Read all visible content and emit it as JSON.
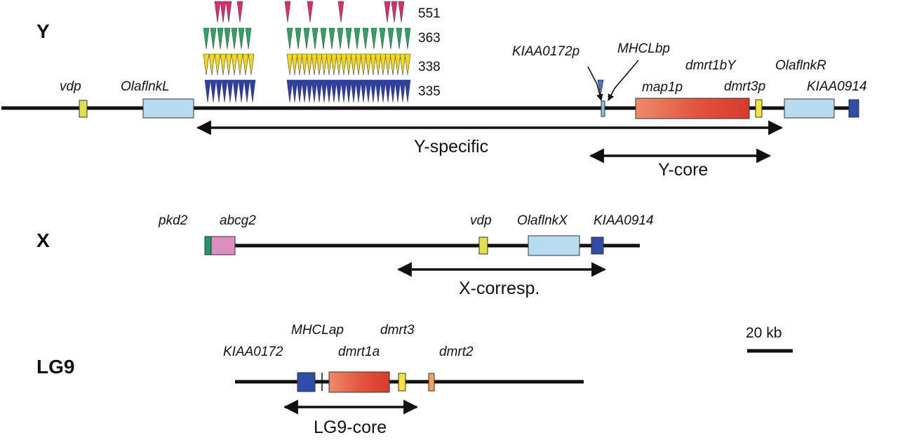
{
  "chromosomes": {
    "y": "Y",
    "x": "X",
    "lg9": "LG9"
  },
  "y_genes": {
    "vdp": "vdp",
    "olaflnkl": "OlaflnkL",
    "kiaa0172p": "KIAA0172p",
    "mhclbp": "MHCLbp",
    "dmrt1by": "dmrt1bY",
    "map1p": "map1p",
    "dmrt3p": "dmrt3p",
    "olaflnkr": "OlaflnkR",
    "kiaa0914": "KIAA0914"
  },
  "x_genes": {
    "pkd2": "pkd2",
    "abcg2": "abcg2",
    "vdp": "vdp",
    "olaflnkx": "OlaflnkX",
    "kiaa0914": "KIAA0914"
  },
  "lg9_genes": {
    "mhclap": "MHCLap",
    "dmrt3": "dmrt3",
    "kiaa0172": "KIAA0172",
    "dmrt1a": "dmrt1a",
    "dmrt2": "dmrt2"
  },
  "regions": {
    "y_specific": "Y-specific",
    "y_core": "Y-core",
    "x_corresp": "X-corresp.",
    "lg9_core": "LG9-core"
  },
  "repeat_tracks": [
    {
      "count": "551",
      "color": "#e0296f"
    },
    {
      "count": "363",
      "color": "#2aa563"
    },
    {
      "count": "338",
      "color": "#f2d817"
    },
    {
      "count": "335",
      "color": "#2a3fa8"
    }
  ],
  "scale": {
    "label": "20 kb"
  },
  "colors": {
    "yellow_box": "#e4e04a",
    "lightblue_box": "#b7dcf0",
    "red_box": "#e2533e",
    "blue_box": "#2f4da8",
    "green_mark": "#1e9a68",
    "pink_box": "#dc8dc2",
    "orange_box": "#eea55a"
  }
}
